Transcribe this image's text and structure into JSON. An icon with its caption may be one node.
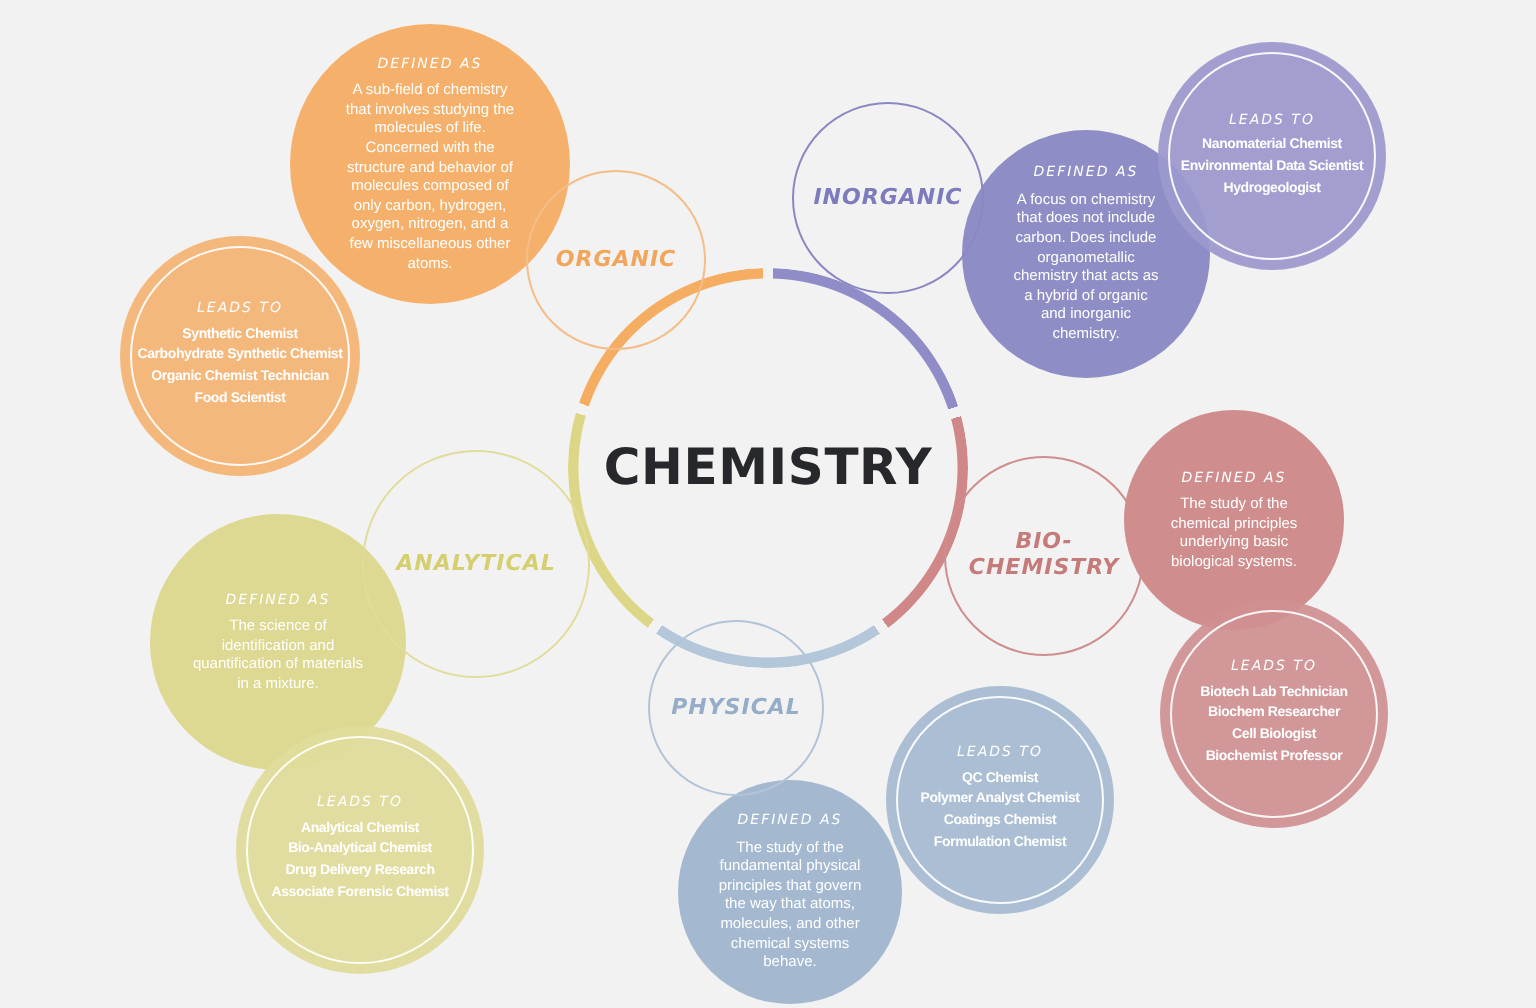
{
  "diagram": {
    "nodes": [
      {
        "text": [
          "CHEMISTRY"
        ]
      },
      {
        "text": [
          "ORGANIC"
        ]
      },
      {
        "text": [
          "DEFINED AS",
          "A sub-field of chemistry that involves studying the molecules of life. Concerned with the structure and behavior of molecules composed of only carbon, hydrogen, oxygen, nitrogen, and a few miscellaneous other atoms."
        ]
      },
      {
        "text": [
          "LEADS TO",
          "Synthetic Chemist",
          "Carbohydrate Synthetic Chemist",
          "Organic Chemist Technician",
          "Food Scientist"
        ]
      },
      {
        "text": [
          "INORGANIC"
        ]
      },
      {
        "text": [
          "DEFINED AS",
          "A focus on chemistry that does not include carbon. Does include organometallic chemistry that acts as a hybrid of organic and inorganic chemistry."
        ]
      },
      {
        "text": [
          "LEADS TO",
          "Nanomaterial Chemist",
          "Environmental Data Scientist",
          "Hydrogeologist"
        ]
      },
      {
        "text": [
          "BIO-CHEMISTRY"
        ]
      },
      {
        "text": [
          "DEFINED AS",
          "The study of the chemical principles underlying basic biological systems."
        ]
      },
      {
        "text": [
          "LEADS TO",
          "Biotech Lab Technician",
          "Biochem Researcher",
          "Cell Biologist",
          "Biochemist Professor"
        ]
      },
      {
        "text": [
          "PHYSICAL"
        ]
      },
      {
        "text": [
          "DEFINED AS",
          "The study of the fundamental physical principles that govern the way that atoms, molecules, and other chemical systems behave."
        ]
      },
      {
        "text": [
          "LEADS TO",
          "QC Chemist",
          "Polymer Analyst Chemist",
          "Coatings Chemist",
          "Formulation Chemist"
        ]
      },
      {
        "text": [
          "ANALYTICAL"
        ]
      },
      {
        "text": [
          "DEFINED AS",
          "The science of identification and quantification of materials in a mixture."
        ]
      },
      {
        "text": [
          "LEADS TO",
          "Analytical Chemist",
          "Bio-Analytical Chemist",
          "Drug Delivery Research",
          "Associate Forensic Chemist"
        ]
      }
    ]
  }
}
